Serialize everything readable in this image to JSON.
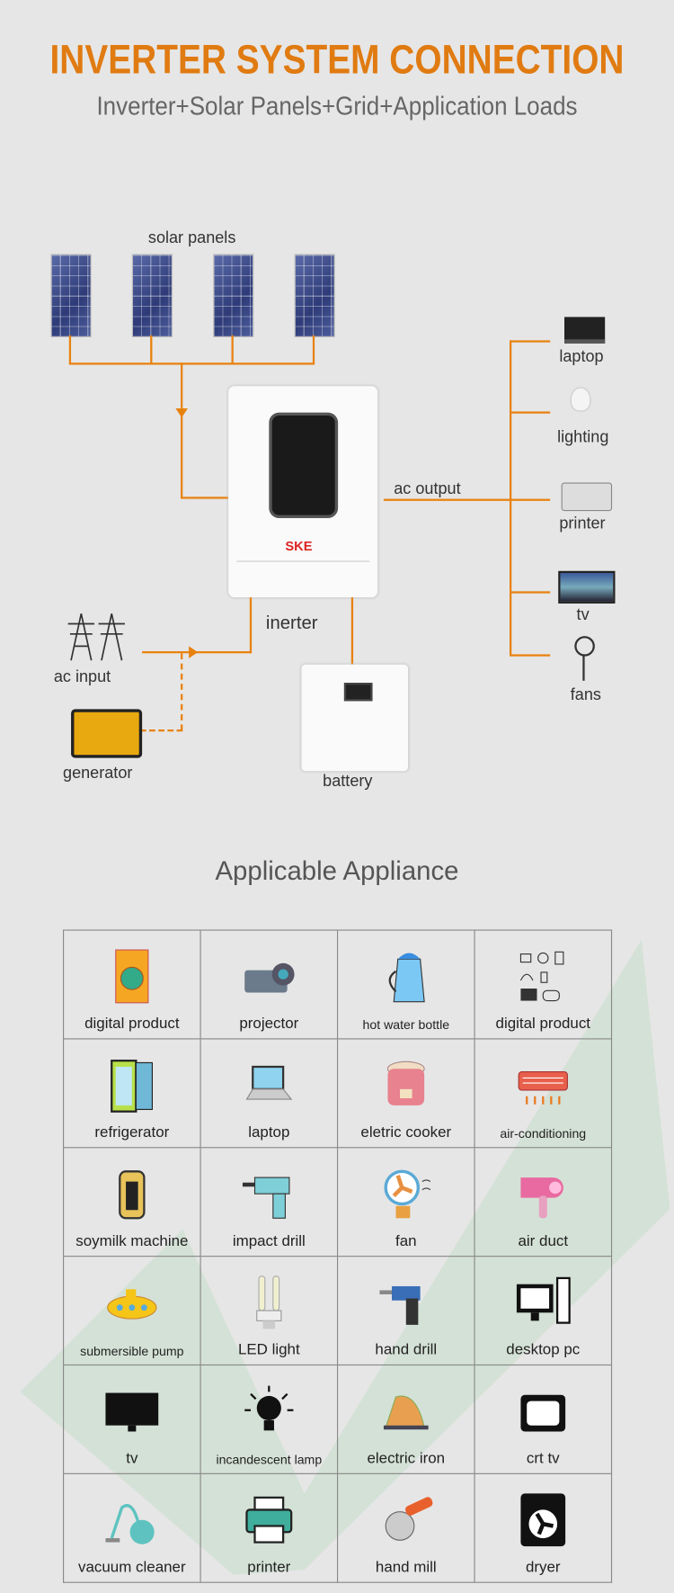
{
  "header": {
    "title": "INVERTER SYSTEM CONNECTION",
    "subtitle": "Inverter+Solar Panels+Grid+Application Loads"
  },
  "diagram": {
    "solar_label": "solar panels",
    "inverter_label": "inerter",
    "inverter_brand": "SKE",
    "ac_output_label": "ac output",
    "ac_input_label": "ac input",
    "generator_label": "generator",
    "battery_label": "battery",
    "loads": [
      "laptop",
      "lighting",
      "printer",
      "tv",
      "fans"
    ],
    "line_color": "#e8820f"
  },
  "appliances": {
    "title": "Applicable Appliance",
    "rows": [
      [
        {
          "label": "digital product",
          "icon": "washing-machine",
          "color": "#f5a623"
        },
        {
          "label": "projector",
          "icon": "projector",
          "color": "#6b7b8c"
        },
        {
          "label": "hot water bottle",
          "icon": "kettle",
          "color": "#7cc8f5"
        },
        {
          "label": "digital product",
          "icon": "gadgets",
          "color": "#333333"
        }
      ],
      [
        {
          "label": "refrigerator",
          "icon": "fridge",
          "color": "#b8e04a"
        },
        {
          "label": "laptop",
          "icon": "laptop",
          "color": "#8fd3f0"
        },
        {
          "label": "eletric cooker",
          "icon": "rice-cooker",
          "color": "#e8828f"
        },
        {
          "label": "air-conditioning",
          "icon": "air-conditioner",
          "color": "#e8604c"
        }
      ],
      [
        {
          "label": "soymilk machine",
          "icon": "soymilk-machine",
          "color": "#e8c35a"
        },
        {
          "label": "impact drill",
          "icon": "drill",
          "color": "#7fcfd8"
        },
        {
          "label": "fan",
          "icon": "fan",
          "color": "#5aa9d6"
        },
        {
          "label": "air duct",
          "icon": "hair-dryer",
          "color": "#e86aa0"
        }
      ],
      [
        {
          "label": "submersible pump",
          "icon": "submarine",
          "color": "#f5c518"
        },
        {
          "label": "LED light",
          "icon": "bulb",
          "color": "#f0f0d0"
        },
        {
          "label": "hand drill",
          "icon": "hand-drill",
          "color": "#3a6fb8"
        },
        {
          "label": "desktop pc",
          "icon": "desktop",
          "color": "#111111"
        }
      ],
      [
        {
          "label": "tv",
          "icon": "tv",
          "color": "#111111"
        },
        {
          "label": "incandescent lamp",
          "icon": "lamp",
          "color": "#111111"
        },
        {
          "label": "electric iron",
          "icon": "iron",
          "color": "#e8a050"
        },
        {
          "label": "crt tv",
          "icon": "crt-tv",
          "color": "#111111"
        }
      ],
      [
        {
          "label": "vacuum cleaner",
          "icon": "vacuum",
          "color": "#5ec3c0"
        },
        {
          "label": "printer",
          "icon": "printer",
          "color": "#3fae9c"
        },
        {
          "label": "hand mill",
          "icon": "grinder",
          "color": "#e8602c"
        },
        {
          "label": "dryer",
          "icon": "dryer",
          "color": "#111111"
        }
      ]
    ]
  }
}
